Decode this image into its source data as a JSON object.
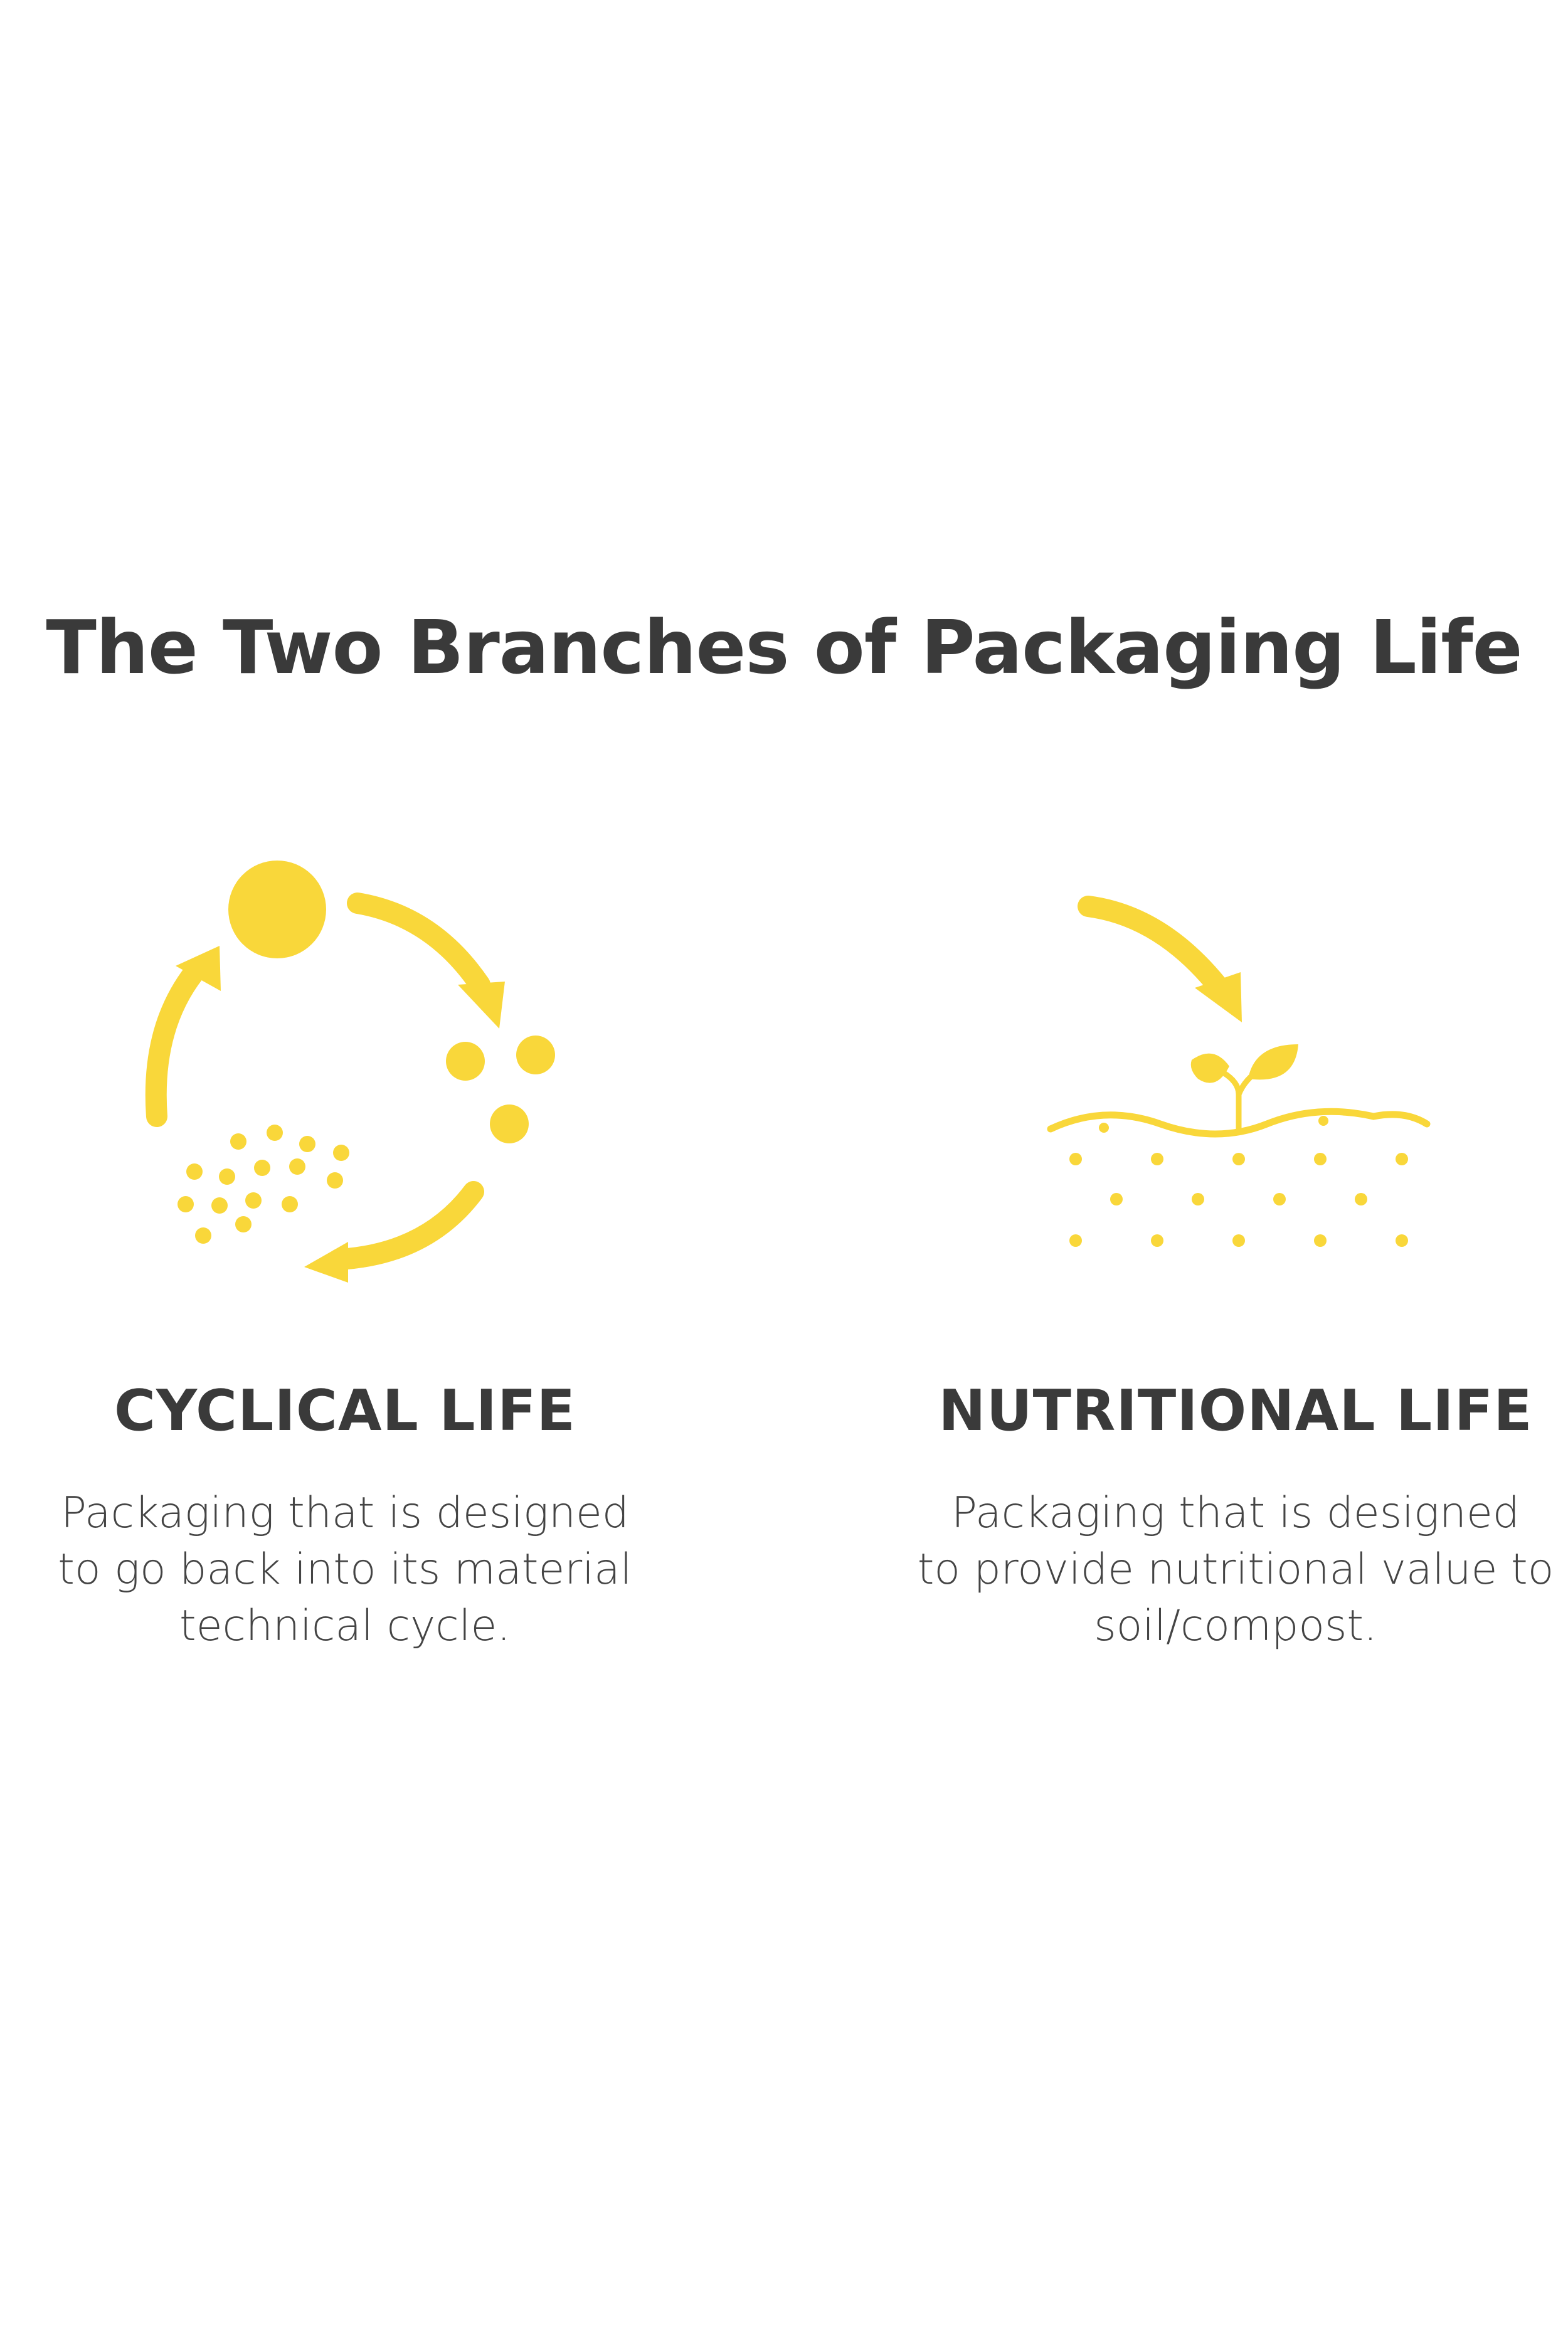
{
  "title": "The Two Branches of Packaging Life",
  "accent_color": "#F9D73A",
  "branches": [
    {
      "heading": "CYCLICAL LIFE",
      "description": "Packaging that is designed\nto go back into its material\ntechnical cycle.",
      "icon": "cycle-arrows-icon"
    },
    {
      "heading": "NUTRITIONAL LIFE",
      "description": "Packaging that is designed\nto provide nutritional value to\nsoil/compost.",
      "icon": "sprout-soil-icon"
    }
  ]
}
